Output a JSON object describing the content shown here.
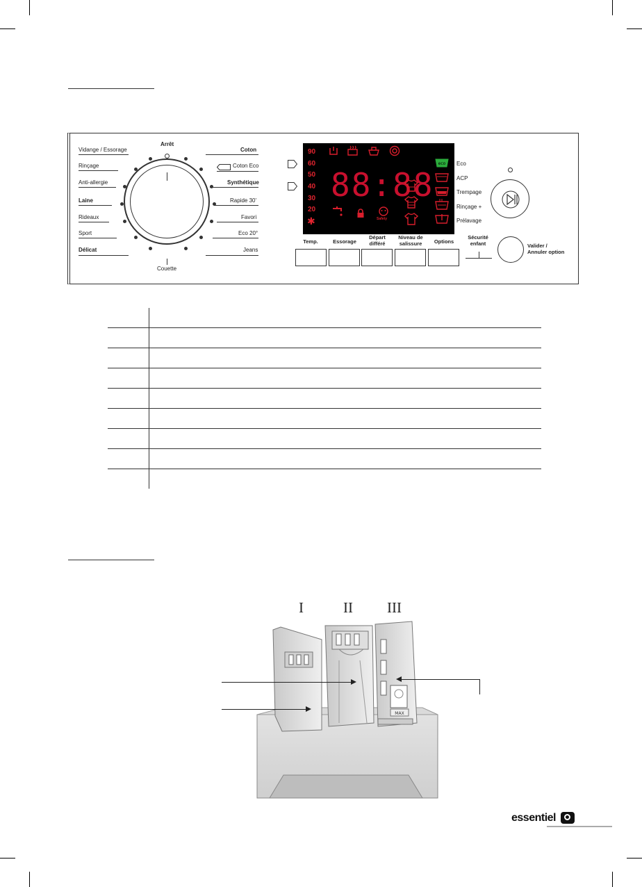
{
  "panel": {
    "left_programs": [
      "Vidange / Essorage",
      "Rinçage",
      "Anti-allergie",
      "Laine",
      "Rideaux",
      "Sport",
      "Délicat"
    ],
    "top_label": "Arrêt",
    "bottom_label": "Couette",
    "right_programs": [
      "Coton",
      "Coton Eco",
      "Synthétique",
      "Rapide 30'",
      "Favori",
      "Eco 20°",
      "Jeans"
    ],
    "temperatures": [
      "90",
      "60",
      "50",
      "40",
      "30",
      "20"
    ],
    "digits": "88:88",
    "safety_label": "Safety",
    "right_indicators": [
      "Eco",
      "ACP",
      "Trempage",
      "Rinçage +",
      "Prélavage"
    ],
    "buttons": [
      "Temp.",
      "Essorage",
      "Départ\ndifféré",
      "Niveau de\nsalissure",
      "Options"
    ],
    "securite": "Sécurité\nenfant",
    "valider": "Valider /\nAnnuler option"
  },
  "drawer": {
    "compartments": [
      "I",
      "II",
      "III"
    ],
    "max_label": "MAX"
  },
  "brand": "essentiel"
}
